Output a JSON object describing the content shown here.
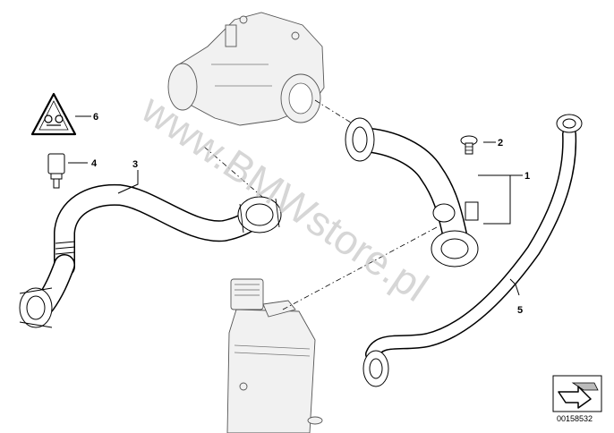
{
  "diagram": {
    "callouts": [
      "1",
      "2",
      "3",
      "4",
      "5",
      "6"
    ],
    "watermark": "www.BMWstore.pl",
    "reference_number": "00158532"
  },
  "icons": {
    "warning_triangle": "coolant-warning-triangle-icon",
    "nav_arrow": "next-page-arrow-icon"
  }
}
